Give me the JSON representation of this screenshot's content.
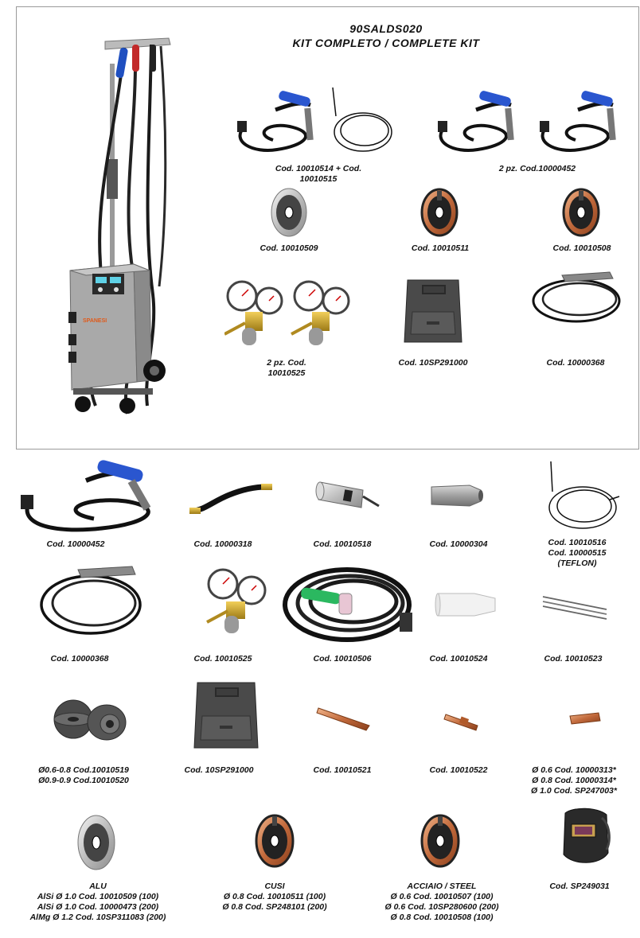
{
  "kit": {
    "code": "90SALDS020",
    "title": "KIT COMPLETO / COMPLETE KIT",
    "brand_logo": "SPANESI",
    "items": [
      {
        "lines": [
          "Cod. 10010514 + Cod.",
          "10010515"
        ]
      },
      {
        "lines": [
          "2 pz. Cod.10000452"
        ]
      },
      {
        "lines": [
          "Cod. 10010509"
        ]
      },
      {
        "lines": [
          "Cod. 10010511"
        ]
      },
      {
        "lines": [
          "Cod. 10010508"
        ]
      },
      {
        "lines": [
          "2 pz. Cod.",
          "10010525"
        ]
      },
      {
        "lines": [
          "Cod. 10SP291000"
        ]
      },
      {
        "lines": [
          "Cod. 10000368"
        ]
      }
    ]
  },
  "parts": [
    {
      "lines": [
        "Cod. 10000452"
      ]
    },
    {
      "lines": [
        "Cod. 10000318"
      ]
    },
    {
      "lines": [
        "Cod. 10010518"
      ]
    },
    {
      "lines": [
        "Cod. 10000304"
      ]
    },
    {
      "lines": [
        "Cod. 10010516",
        "Cod. 10000515",
        "(TEFLON)"
      ]
    },
    {
      "lines": [
        "Cod. 10000368"
      ]
    },
    {
      "lines": [
        "Cod. 10010525"
      ]
    },
    {
      "lines": [
        "Cod. 10010506"
      ]
    },
    {
      "lines": [
        "Cod. 10010524"
      ]
    },
    {
      "lines": [
        "Cod. 10010523"
      ]
    },
    {
      "lines": [
        "Ø0.6-0.8 Cod.10010519",
        "Ø0.9-0.9 Cod.10010520"
      ]
    },
    {
      "lines": [
        "Cod. 10SP291000"
      ]
    },
    {
      "lines": [
        "Cod. 10010521"
      ]
    },
    {
      "lines": [
        "Cod. 10010522"
      ]
    },
    {
      "lines": [
        "Ø 0.6 Cod. 10000313*",
        "Ø 0.8 Cod. 10000314*",
        "Ø 1.0 Cod. SP247003*"
      ]
    },
    {
      "lines": [
        "ALU",
        "AlSi Ø 1.0 Cod. 10010509 (100)",
        "AlSi Ø 1.0 Cod. 10000473 (200)",
        "AlMg Ø 1.2 Cod. 10SP311083 (200)"
      ]
    },
    {
      "lines": [
        "CUSI",
        "Ø 0.8 Cod. 10010511 (100)",
        "Ø 0.8 Cod. SP248101 (200)"
      ]
    },
    {
      "lines": [
        "ACCIAIO / STEEL",
        "Ø 0.6 Cod. 10010507 (100)",
        "Ø 0.6 Cod. 10SP280600 (200)",
        "Ø 0.8 Cod. 10010508 (100)"
      ]
    },
    {
      "lines": [
        "Cod. SP249031"
      ]
    }
  ]
}
